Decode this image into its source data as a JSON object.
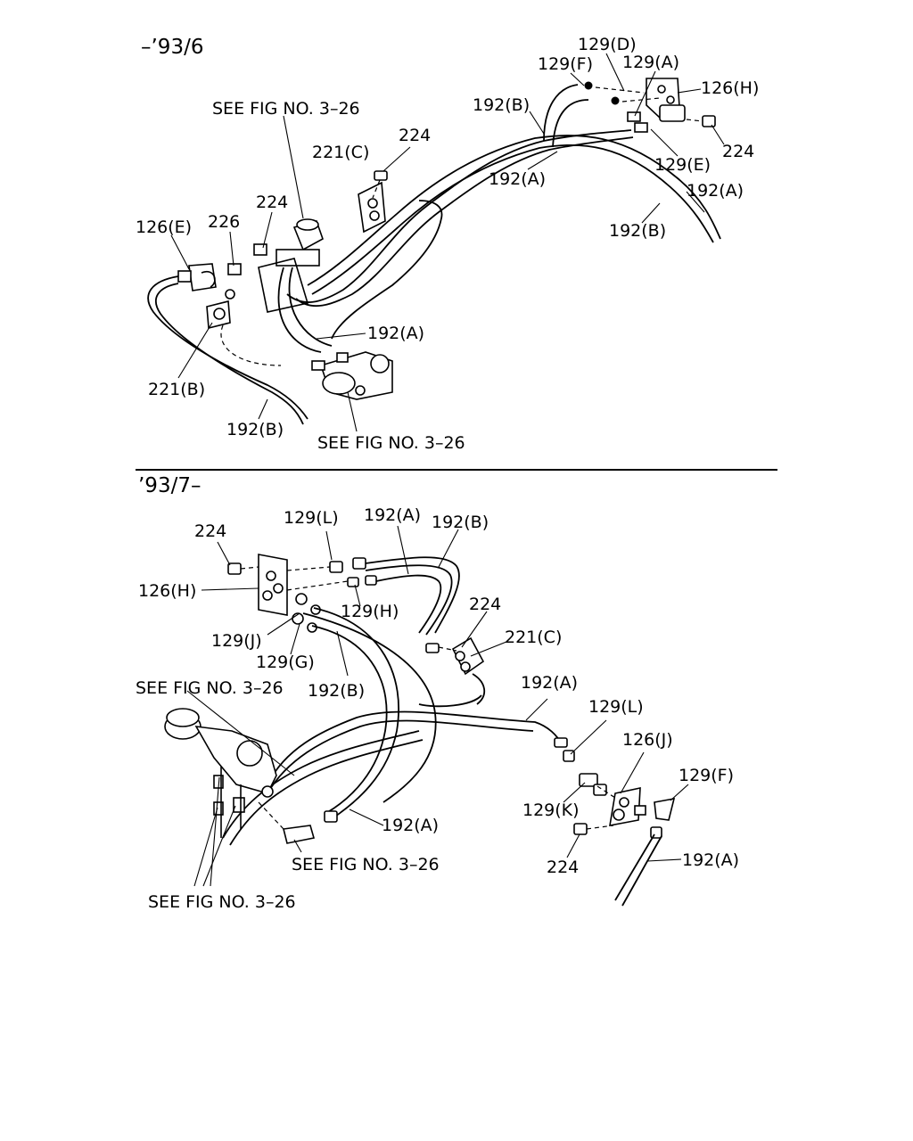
{
  "sections": {
    "top": {
      "header": "–’93/6"
    },
    "bottom": {
      "header": "’93/7–"
    }
  },
  "top_labels": {
    "see_fig_upper": "SEE FIG NO. 3–26",
    "see_fig_lower": "SEE FIG NO. 3–26",
    "p129d": "129(D)",
    "p129f": "129(F)",
    "p129a": "129(A)",
    "p126h": "126(H)",
    "p192b_top": "192(B)",
    "p224_top": "224",
    "p221c": "221(C)",
    "p224_right": "224",
    "p129e": "129(E)",
    "p192a_mid": "192(A)",
    "p192a_right": "192(A)",
    "p192b_right": "192(B)",
    "p224_left": "224",
    "p126e": "126(E)",
    "p226": "226",
    "p192a_lower": "192(A)",
    "p221b": "221(B)",
    "p192b_bottom": "192(B)"
  },
  "bottom_labels": {
    "p129l_top": "129(L)",
    "p192a_top": "192(A)",
    "p192b_top": "192(B)",
    "p224_top": "224",
    "p126h": "126(H)",
    "p129h": "129(H)",
    "p224_mid": "224",
    "p221c": "221(C)",
    "p129j": "129(J)",
    "p129g": "129(G)",
    "see_fig_left": "SEE FIG NO. 3–26",
    "p192b_mid": "192(B)",
    "p192a_right": "192(A)",
    "p129l_right": "129(L)",
    "p126j": "126(J)",
    "p129f": "129(F)",
    "p129k": "129(K)",
    "p192a_lower": "192(A)",
    "see_fig_center": "SEE FIG NO. 3–26",
    "p224_bottom": "224",
    "p192a_far": "192(A)",
    "see_fig_bottom": "SEE FIG NO. 3–26"
  }
}
